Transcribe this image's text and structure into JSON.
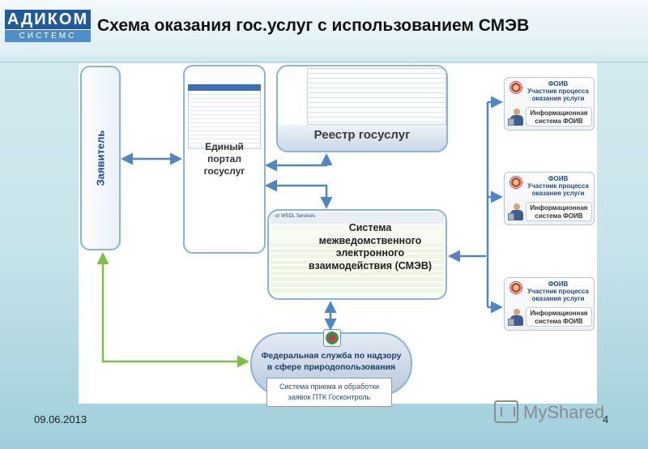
{
  "header": {
    "logo_top": "АДИКОМ",
    "logo_bottom": "СИСТЕМС",
    "title": "Схема оказания гос.услуг с использованием СМЭВ"
  },
  "diagram": {
    "applicant": "Заявитель",
    "portal": {
      "line1": "Единый",
      "line2": "портал",
      "line3": "госуслуг"
    },
    "registry": "Реестр госуслуг",
    "smev": {
      "header": "or WSDL Services",
      "line1": "Система",
      "line2": "межведомственного",
      "line3": "электронного",
      "line4": "взаимодействия (СМЭВ)"
    },
    "foiv": [
      {
        "title1": "ФОИВ",
        "title2": "Участник процесса",
        "title3": "оказания услуги",
        "system1": "Информационная",
        "system2": "система ФОИВ"
      },
      {
        "title1": "ФОИВ",
        "title2": "Участник процесса",
        "title3": "оказания услуги",
        "system1": "Информационная",
        "system2": "система ФОИВ"
      },
      {
        "title1": "ФОИВ",
        "title2": "Участник процесса",
        "title3": "оказания услуги",
        "system1": "Информационная",
        "system2": "система ФОИВ"
      }
    ],
    "federal": {
      "line1": "Федеральная служба по надзору",
      "line2": "в сфере природопользования"
    },
    "ptk": {
      "line1": "Система приема и обработки",
      "line2": "заявок ПТК Госконтроль"
    }
  },
  "colors": {
    "arrow_blue": "#4f86c6",
    "arrow_green": "#7cc242",
    "box_border": "#8ab3d6"
  },
  "footer": {
    "date": "09.06.2013",
    "page": "4",
    "watermark": "MyShared"
  }
}
